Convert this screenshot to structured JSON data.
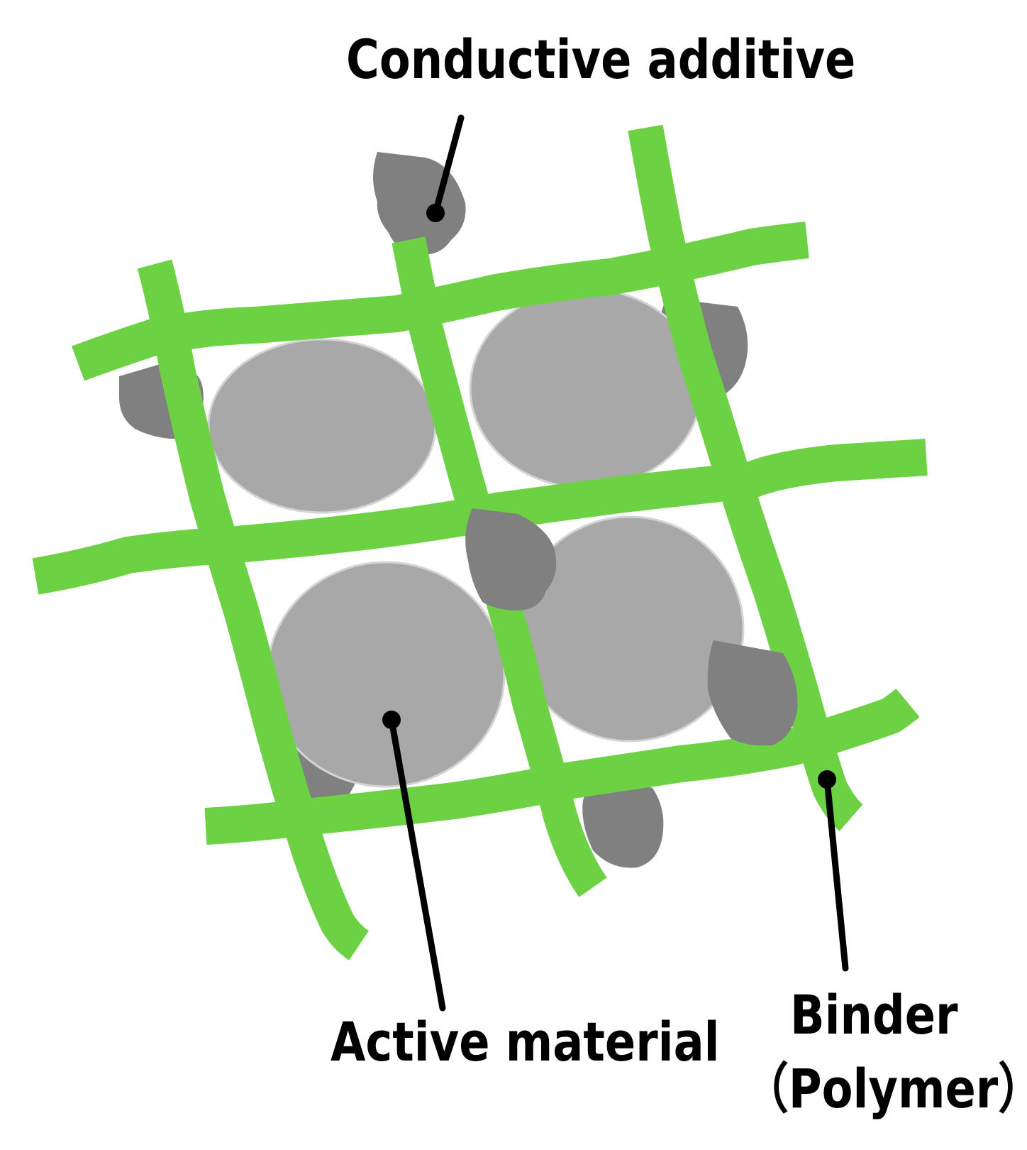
{
  "labels": {
    "conductive_additive": "Conductive additive",
    "active_material": "Active material",
    "binder": "Binder",
    "polymer": "（Polymer）"
  },
  "colors": {
    "binder": "#6dd144",
    "active_material": "#a8a8a8",
    "active_material_outline": "#d4d4d4",
    "conductive_additive": "#808080",
    "leader": "#000000",
    "background": "#ffffff"
  }
}
